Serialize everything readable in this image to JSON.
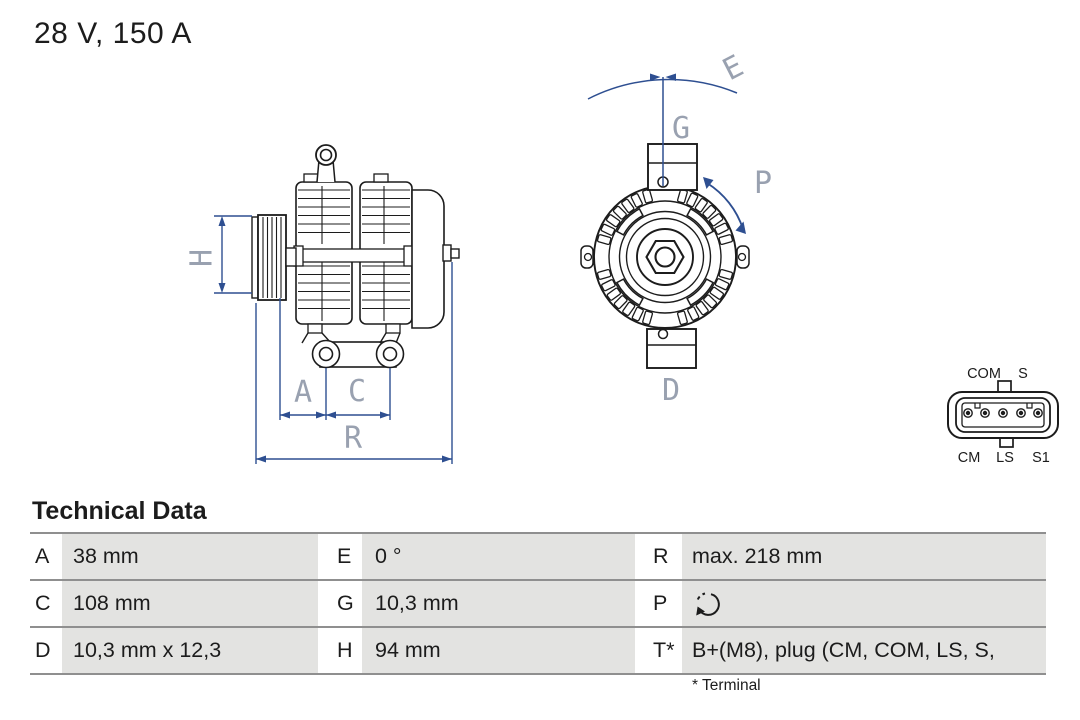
{
  "title": "28 V, 150 A",
  "section_heading": "Technical Data",
  "footnote": "* Terminal",
  "colors": {
    "dimension_blue": "#2e4f91",
    "dim_label_gray": "#99a1b0",
    "cell_gray": "#e3e3e1",
    "table_border_gray": "#8f8f8f",
    "line_black": "#1c1c1c"
  },
  "diagram": {
    "side_view": {
      "labels": {
        "h": "H",
        "a": "A",
        "c": "C",
        "r": "R"
      }
    },
    "front_view": {
      "labels": {
        "e": "E",
        "g": "G",
        "p": "P",
        "d": "D"
      }
    },
    "connector": {
      "top_labels": [
        "COM",
        "S"
      ],
      "bottom_labels": [
        "CM",
        "LS",
        "S1"
      ],
      "pin_count": 5
    }
  },
  "table": {
    "rows": [
      [
        {
          "key": "A",
          "value": "38 mm"
        },
        {
          "key": "E",
          "value": "0 °"
        },
        {
          "key": "R",
          "value": "max. 218 mm"
        }
      ],
      [
        {
          "key": "C",
          "value": "108 mm"
        },
        {
          "key": "G",
          "value": "10,3 mm"
        },
        {
          "key": "P",
          "value": "",
          "icon": "rotation-direction-clockwise"
        }
      ],
      [
        {
          "key": "D",
          "value": "10,3 mm x 12,3"
        },
        {
          "key": "H",
          "value": "94 mm"
        },
        {
          "key": "T*",
          "value": "B+(M8), plug (CM, COM, LS, S,"
        }
      ]
    ]
  }
}
